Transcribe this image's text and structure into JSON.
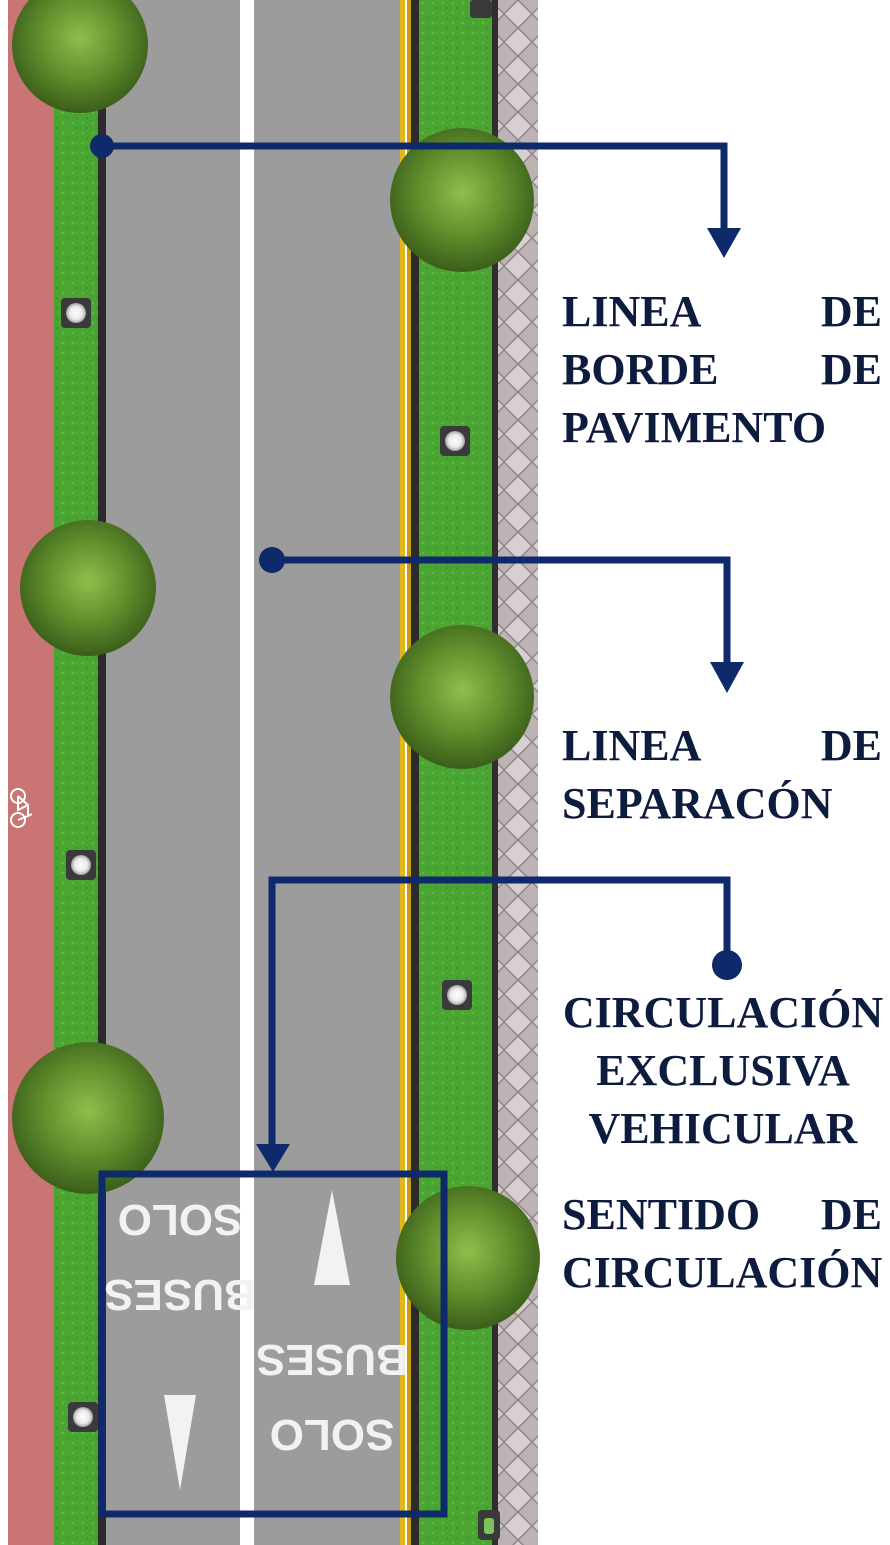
{
  "labels": {
    "edge_line": {
      "line1_left": "LINEA",
      "line1_right": "DE",
      "line2_left": "BORDE",
      "line2_right": "DE",
      "line3": "PAVIMENTO"
    },
    "separation_line": {
      "line1_left": "LINEA",
      "line1_right": "DE",
      "line2": "SEPARACÓN"
    },
    "exclusive": {
      "line1": "CIRCULACIÓN",
      "line2": "EXCLUSIVA",
      "line3": "VEHICULAR"
    },
    "direction": {
      "line1_left": "SENTIDO",
      "line1_right": "DE",
      "line2": "CIRCULACIÓN"
    }
  },
  "road_markings": {
    "left_lane": {
      "word1": "SOLO",
      "word2": "BUSES"
    },
    "right_lane": {
      "word1": "BUSES",
      "word2": "SOLO"
    }
  },
  "colors": {
    "annotation": "#0f2a6b",
    "label_text": "#0d1b3e",
    "bike_lane": "#c97574",
    "grass": "#4aa532",
    "asphalt": "#9a9a9a",
    "center_line": "#ffffff",
    "edge_line_yellow": "#e0b81e",
    "paving": "#b9aeb0",
    "tree": "#5d8a2a"
  },
  "icons": [
    "bicycle-icon",
    "tree-icon",
    "lamp-icon",
    "arrow-down-icon"
  ]
}
